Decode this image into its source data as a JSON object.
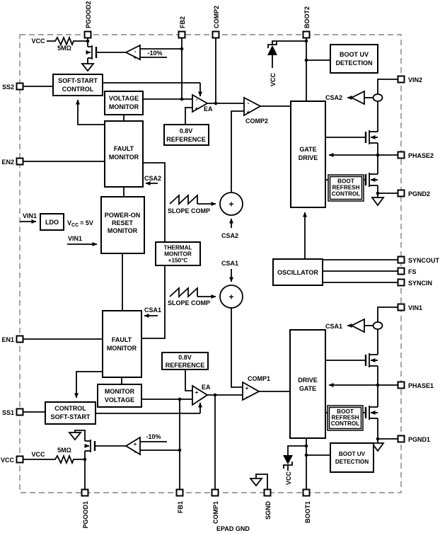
{
  "figure": {
    "type": "ic-functional-block-diagram"
  },
  "colors": {
    "line": "#000000",
    "boundary": "#808080",
    "background": "#ffffff"
  },
  "pins": {
    "top": [
      "PGOOD2",
      "FB2",
      "COMP2",
      "BOOT2"
    ],
    "bottom": [
      "PGOOD1",
      "FB1",
      "COMP1",
      "SGND",
      "BOOT1"
    ],
    "left": [
      "SS2",
      "EN2",
      "EN1",
      "SS1",
      "VCC"
    ],
    "right": [
      "VIN2",
      "PHASE2",
      "PGND2",
      "SYNCOUT",
      "FS",
      "SYNCIN",
      "VIN1",
      "PHASE1",
      "PGND1"
    ]
  },
  "blocks": {
    "soft_start_control_2": {
      "lines": [
        "SOFT-START",
        "CONTROL"
      ]
    },
    "voltage_monitor_2": {
      "lines": [
        "VOLTAGE",
        "MONITOR"
      ]
    },
    "fault_monitor_2": {
      "lines": [
        "FAULT",
        "MONITOR"
      ]
    },
    "reference_2": {
      "lines": [
        "0.8V",
        "REFERENCE"
      ]
    },
    "power_on_reset_monitor": {
      "lines": [
        "POWER-ON",
        "RESET",
        "MONITOR"
      ]
    },
    "thermal_monitor": {
      "lines": [
        "THERMAL",
        "MONITOR",
        "+150°C"
      ]
    },
    "fault_monitor_1": {
      "lines": [
        "FAULT",
        "MONITOR"
      ]
    },
    "monitor_voltage_1": {
      "lines": [
        "MONITOR",
        "VOLTAGE"
      ]
    },
    "control_soft_start_1": {
      "lines": [
        "CONTROL",
        "SOFT-START"
      ]
    },
    "reference_1": {
      "lines": [
        "0.8V",
        "REFERENCE"
      ]
    },
    "gate_drive_2": {
      "lines": [
        "GATE",
        "DRIVE"
      ]
    },
    "drive_gate_1": {
      "lines": [
        "DRIVE",
        "GATE"
      ]
    },
    "boot_uv_detection_2": {
      "lines": [
        "BOOT UV",
        "DETECTION"
      ]
    },
    "boot_uv_detection_1": {
      "lines": [
        "BOOT UV",
        "DETECTION"
      ]
    },
    "boot_refresh_control_2": {
      "lines": [
        "BOOT",
        "REFRESH",
        "CONTROL"
      ]
    },
    "boot_refresh_control_1": {
      "lines": [
        "BOOT",
        "REFRESH",
        "CONTROL"
      ]
    },
    "oscillator": {
      "lines": [
        "OSCILLATOR"
      ]
    },
    "ldo": {
      "lines": [
        "LDO"
      ]
    }
  },
  "labels": {
    "vcc": "VCC",
    "resistor": "5MΩ",
    "minus10": "-10%",
    "plus": "+",
    "minus": "-",
    "ea": "EA",
    "comp2": "COMP2",
    "comp1": "COMP1",
    "csa2": "CSA2",
    "csa1": "CSA1",
    "slope_comp": "SLOPE COMP",
    "vin1": "VIN1",
    "vcc_5v": {
      "base": "V",
      "sub": "CC",
      "rest": "= 5V"
    },
    "epad_gnd": "EPAD GND"
  }
}
